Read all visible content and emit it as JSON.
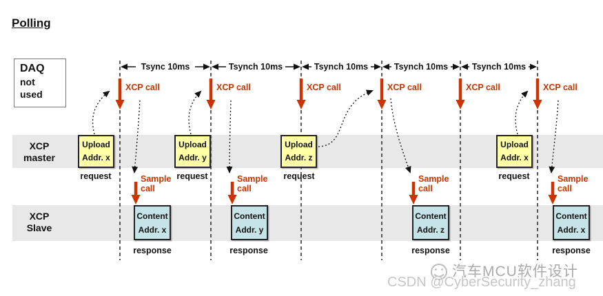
{
  "title": "Polling",
  "daq_note": {
    "line1": "DAQ",
    "line2": "not",
    "line3": "used"
  },
  "lanes": {
    "master": {
      "line1": "XCP",
      "line2": "master"
    },
    "slave": {
      "line1": "XCP",
      "line2": "Slave"
    }
  },
  "timeline": {
    "intervals": [
      {
        "label": "Tsync 10ms"
      },
      {
        "label": "Tsynch 10ms"
      },
      {
        "label": "Tsynch 10ms"
      },
      {
        "label": "Tsynch 10ms"
      },
      {
        "label": "Tsynch 10ms"
      }
    ],
    "calls": [
      {
        "label": "XCP call"
      },
      {
        "label": "XCP call"
      },
      {
        "label": "XCP call"
      },
      {
        "label": "XCP call"
      },
      {
        "label": "XCP call"
      },
      {
        "label": "XCP call"
      }
    ]
  },
  "requests": [
    {
      "line1": "Upload",
      "line2": "Addr. x",
      "caption": "request"
    },
    {
      "line1": "Upload",
      "line2": "Addr. y",
      "caption": "request"
    },
    {
      "line1": "Upload",
      "line2": "Addr. z",
      "caption": "request"
    },
    {
      "line1": "Upload",
      "line2": "Addr. x",
      "caption": "request"
    }
  ],
  "samples": [
    {
      "line1": "Sample",
      "line2": "call"
    },
    {
      "line1": "Sample",
      "line2": "call"
    },
    {
      "line1": "Sample",
      "line2": "call"
    },
    {
      "line1": "Sample",
      "line2": "call"
    }
  ],
  "responses": [
    {
      "line1": "Content",
      "line2": "Addr. x",
      "caption": "response"
    },
    {
      "line1": "Content",
      "line2": "Addr. y",
      "caption": "response"
    },
    {
      "line1": "Content",
      "line2": "Addr. z",
      "caption": "response"
    },
    {
      "line1": "Content",
      "line2": "Addr. x",
      "caption": "response"
    }
  ],
  "watermark": {
    "line1": "汽车MCU软件设计",
    "line2": "CSDN @CyberSecurity_zhang"
  },
  "colors": {
    "call_red": "#cc3300",
    "request_box_bg": "#ffffa6",
    "response_box_bg": "#c6e3e8",
    "lane_band_bg": "#e8e8e8",
    "dashed_line": "#333333",
    "watermark_gray": "#aaaaaa"
  }
}
